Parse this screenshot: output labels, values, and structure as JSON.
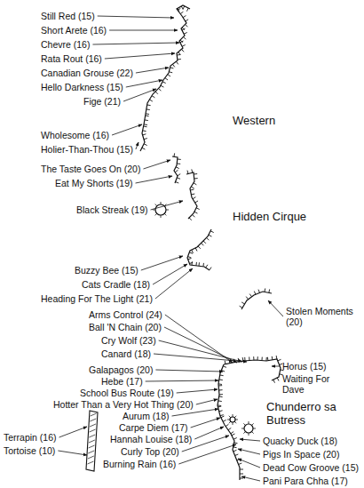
{
  "diagram": {
    "labels": [
      "Still Red (15)",
      "Short Arete (16)",
      "Chevre (16)",
      "Rata Rout (16)",
      "Canadian Grouse (22)",
      "Hello Darkness (15)",
      "Fige (21)",
      "Western",
      "Wholesome (16)",
      "Holier-Than-Thou (15)",
      "The Taste Goes On (20)",
      "Eat My Shorts (19)",
      "Black Streak (19)",
      "Hidden Cirque",
      "Buzzy Bee (15)",
      "Cats Cradle (18)",
      "Heading For The Light (21)",
      "Stolen Moments (20)",
      "Arms Control (24)",
      "Ball 'N Chain (20)",
      "Cry Wolf (23)",
      "Canard (18)",
      "Galapagos (20)",
      "Hebe (17)",
      "School Bus Route (19)",
      "Hotter Than a Very Hot Thing (20)",
      "Aurum (18)",
      "Carpe Diem (17)",
      "Hannah Louise (18)",
      "Curly Top (20)",
      "Burning Rain (16)",
      "Horus (15)",
      "Waiting For Dave",
      "Chunderro sa Butress",
      "Terrapin (16)",
      "Tortoise (10)",
      "Quacky Duck (18)",
      "Pigs In Space (20)",
      "Dead Cow Groove (15)",
      "Pani Para Chha (17)"
    ]
  }
}
